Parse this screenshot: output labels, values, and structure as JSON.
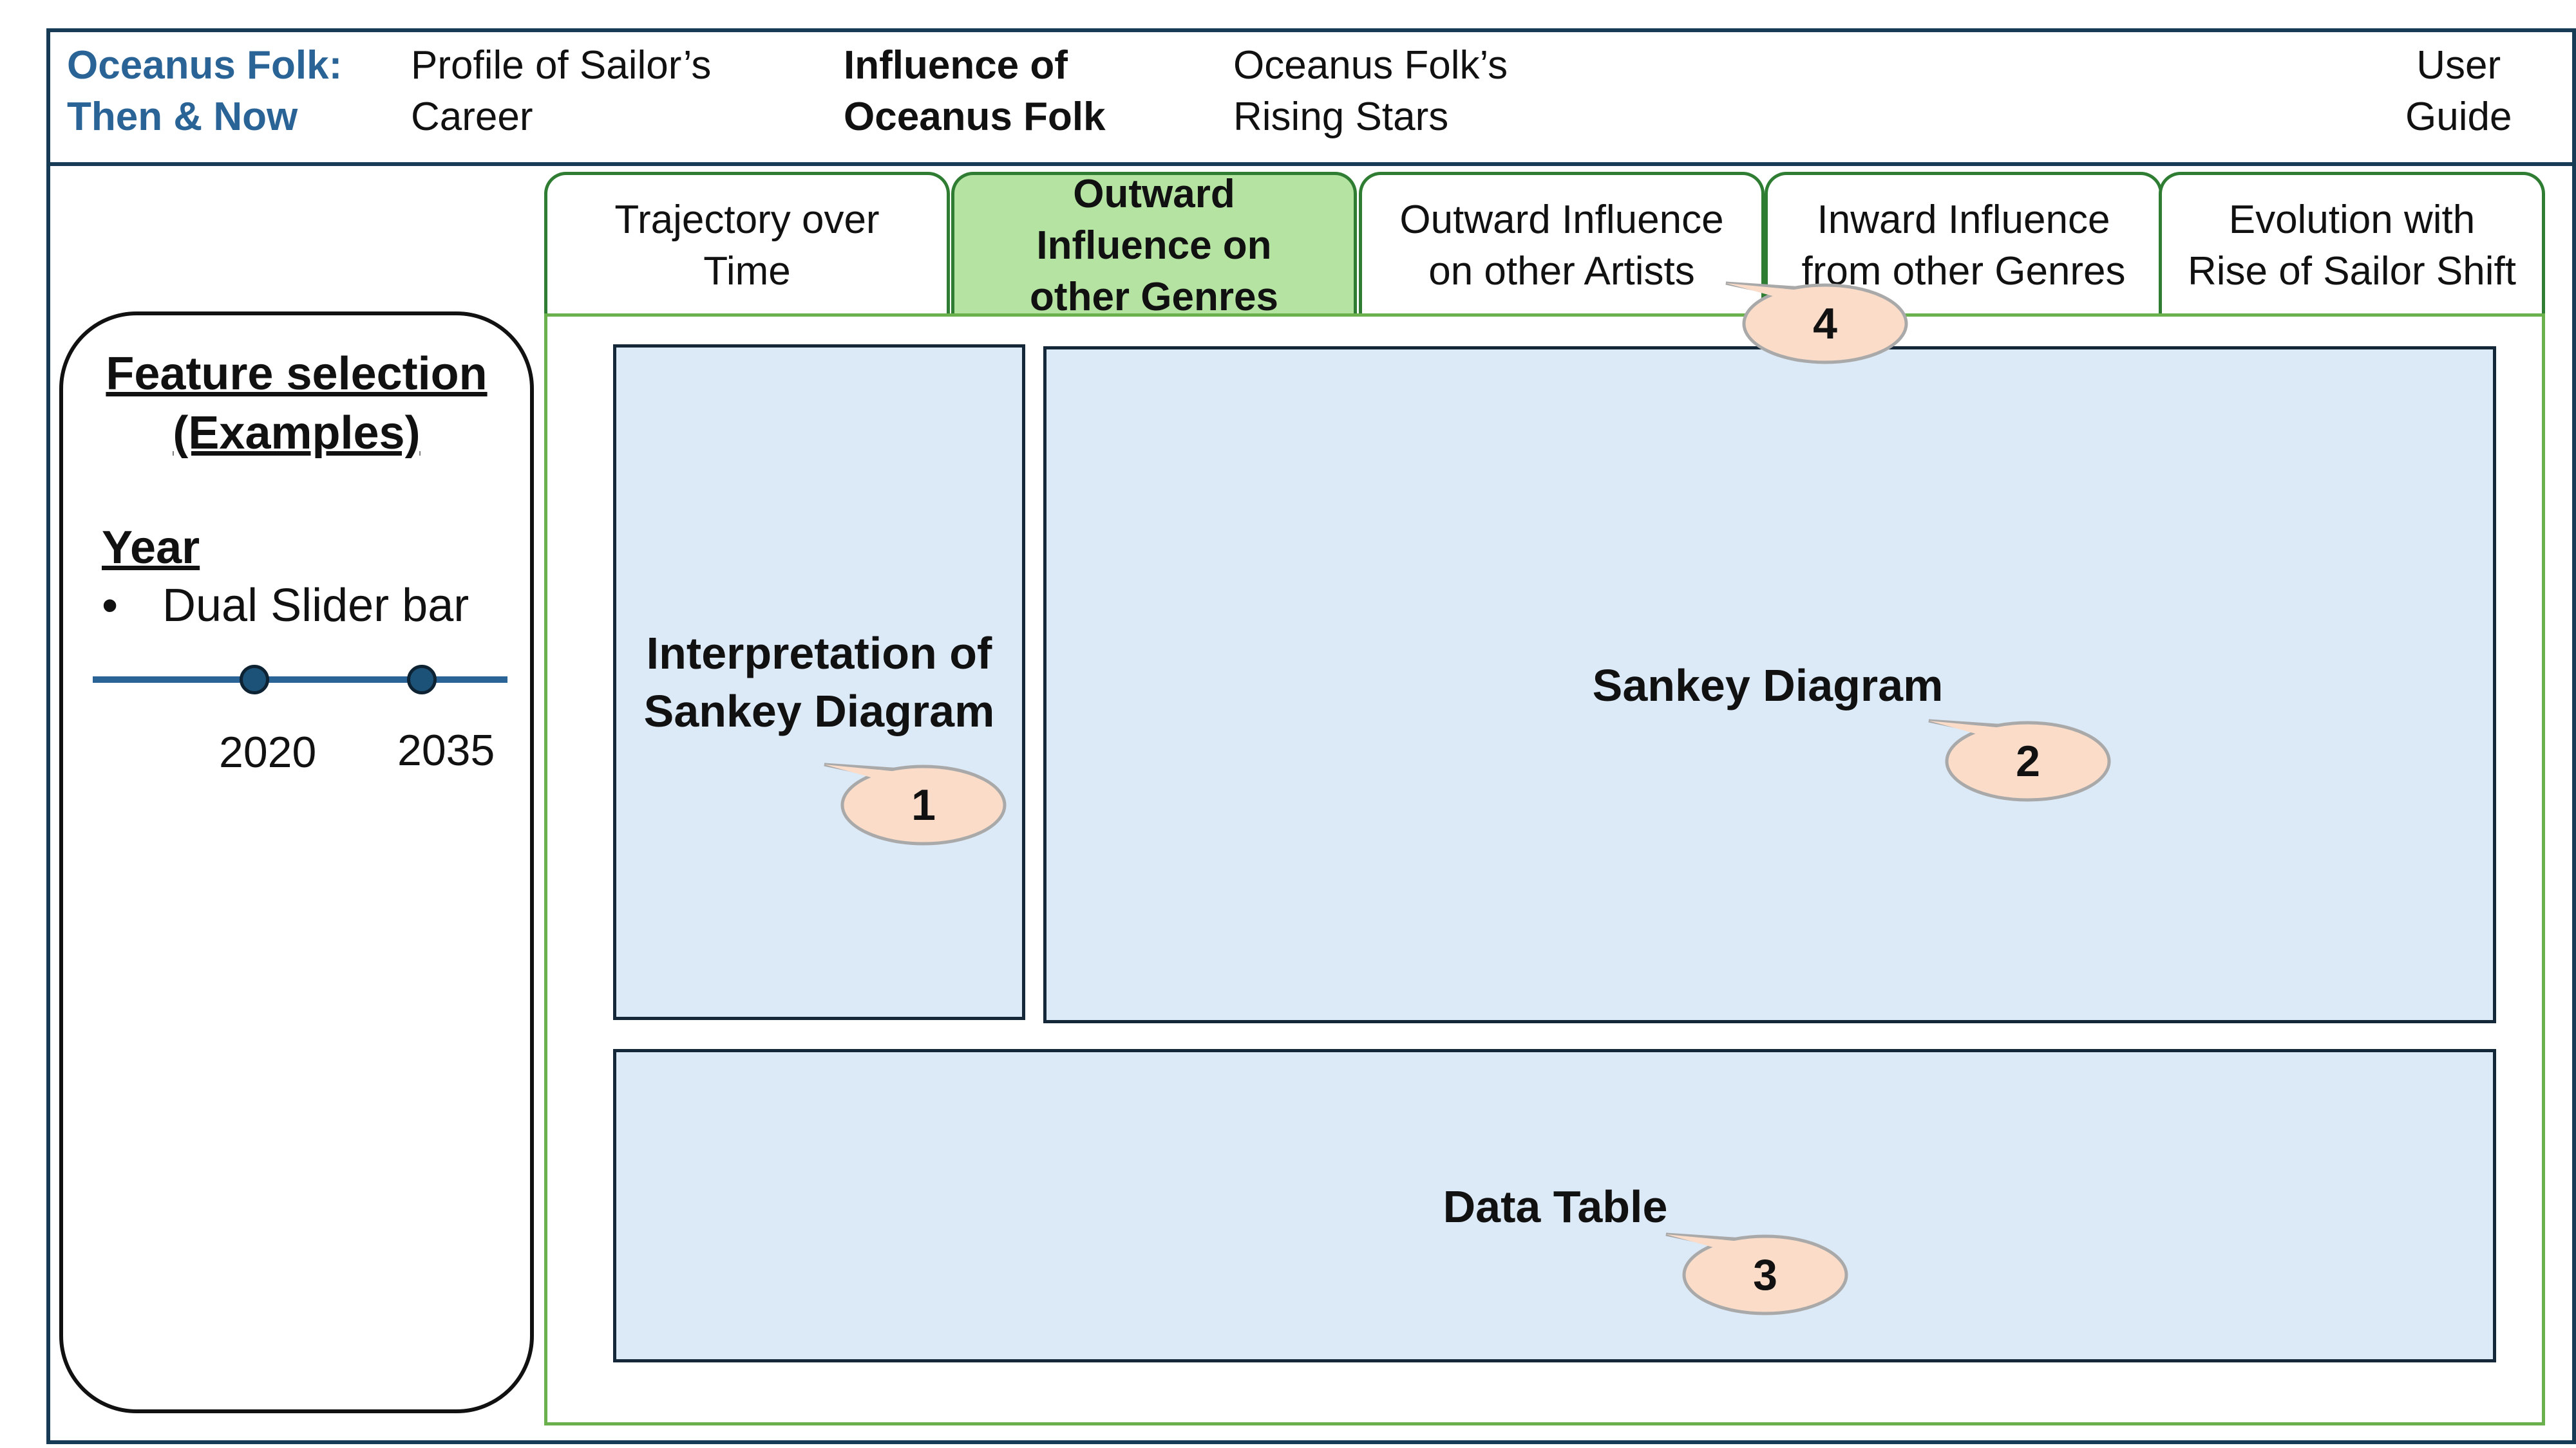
{
  "header": {
    "brand_line1": "Oceanus Folk:",
    "brand_line2": "Then & Now",
    "nav": [
      {
        "line1": "Profile of Sailor’s",
        "line2": "Career"
      },
      {
        "line1": "Influence of",
        "line2": "Oceanus Folk"
      },
      {
        "line1": "Oceanus Folk’s",
        "line2": "Rising Stars"
      },
      {
        "line1": "User",
        "line2": "Guide"
      }
    ]
  },
  "tabs": [
    {
      "label": "Trajectory over\nTime",
      "active": false
    },
    {
      "label": "Outward\nInfluence on\nother Genres",
      "active": true
    },
    {
      "label": "Outward Influence\non other Artists",
      "active": false
    },
    {
      "label": "Inward Influence\nfrom other Genres",
      "active": false
    },
    {
      "label": "Evolution with\nRise of Sailor Shift",
      "active": false
    }
  ],
  "sidebar": {
    "title": "Feature selection\n(Examples)",
    "year_heading": "Year",
    "bullet": "•",
    "bullet_text": "Dual Slider bar",
    "slider": {
      "start": "2020",
      "end": "2035"
    }
  },
  "panels": {
    "interpretation": "Interpretation of\nSankey Diagram",
    "sankey": "Sankey Diagram",
    "table": "Data Table"
  },
  "callouts": [
    "1",
    "2",
    "3",
    "4"
  ],
  "colors": {
    "frame": "#173a55",
    "brand": "#2a6496",
    "tab_border": "#2e7d32",
    "tab_active": "#b5e3a2",
    "content_border": "#6ab04c",
    "panel_fill": "#dce9f6",
    "callout_fill": "#fadcc8"
  }
}
